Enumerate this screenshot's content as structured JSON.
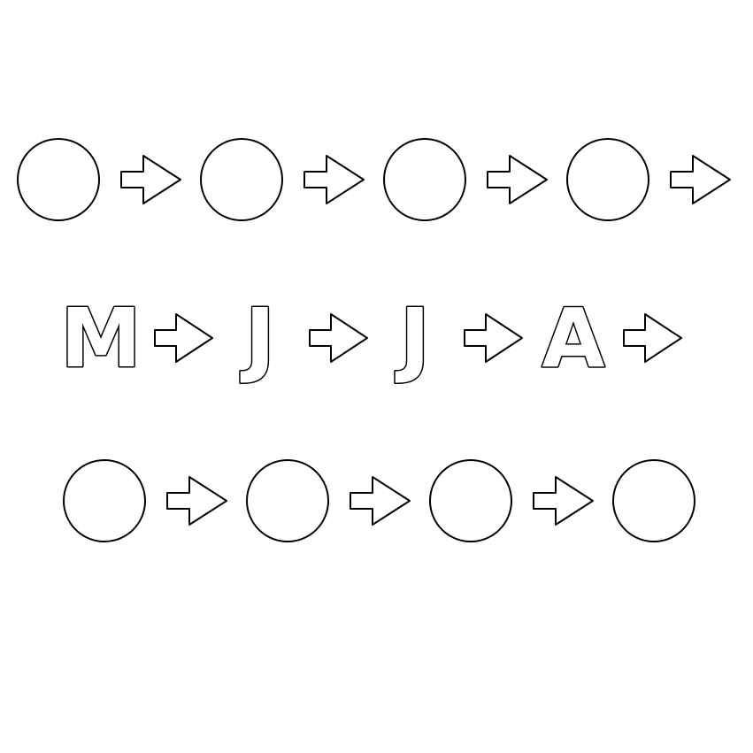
{
  "colors": {
    "stroke": "#000000",
    "fill": "#ffffff",
    "background": "#ffffff"
  },
  "rows": [
    {
      "items": [
        "circle",
        "arrow",
        "circle",
        "arrow",
        "circle",
        "arrow",
        "circle",
        "arrow"
      ]
    },
    {
      "items": [
        "letter",
        "arrow",
        "letter",
        "arrow",
        "letter",
        "arrow",
        "letter",
        "arrow"
      ],
      "letters": [
        "M",
        "J",
        "J",
        "A"
      ]
    },
    {
      "items": [
        "circle",
        "arrow",
        "circle",
        "arrow",
        "circle",
        "arrow",
        "circle"
      ]
    }
  ],
  "icons": {
    "blank": "blank-circle-icon",
    "arrow": "right-arrow-icon"
  }
}
